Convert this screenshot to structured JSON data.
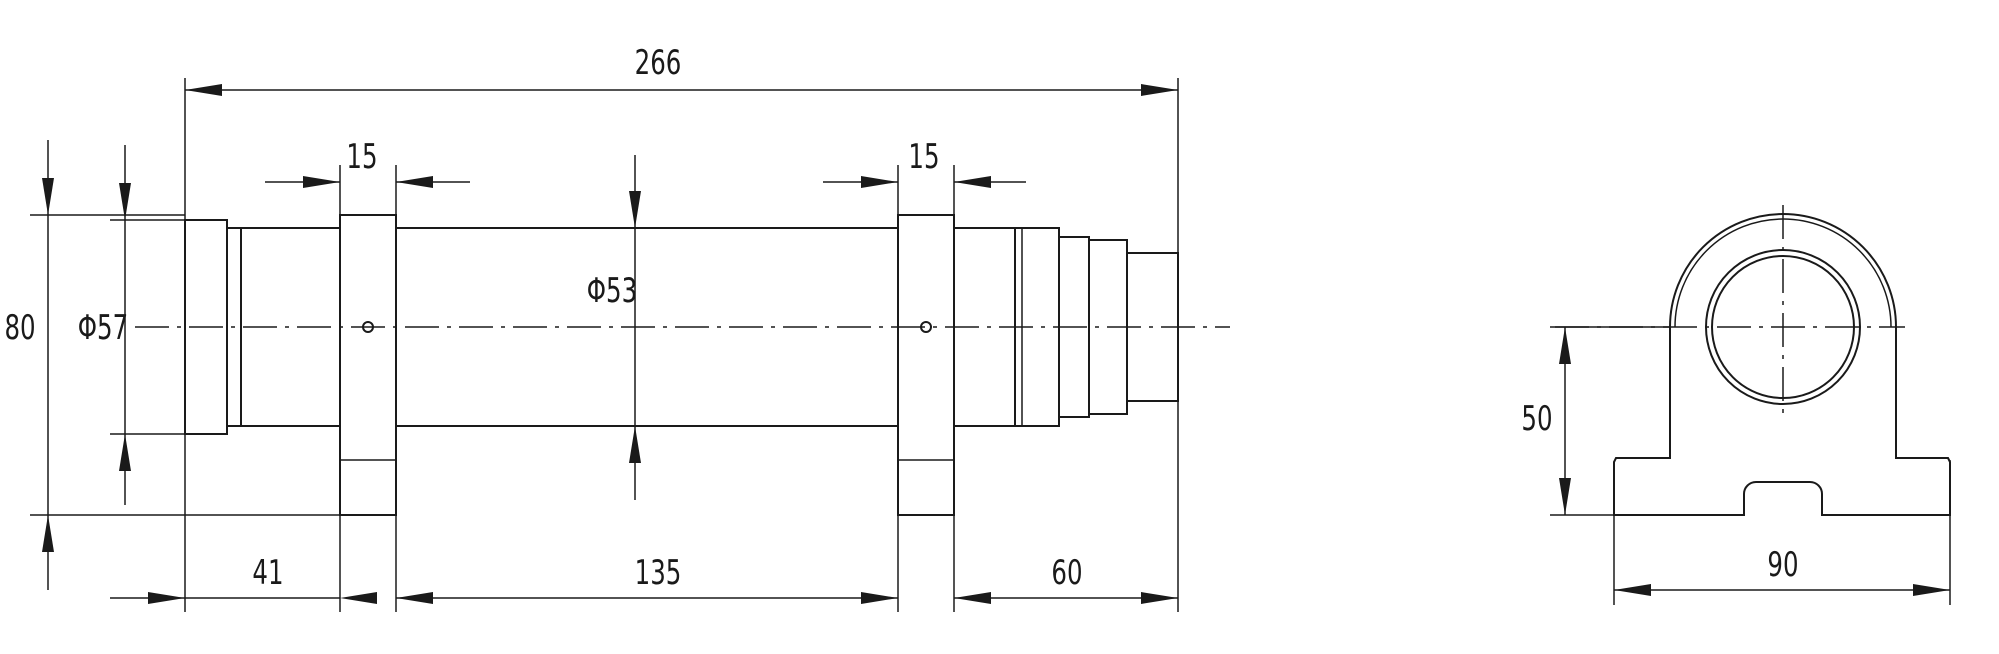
{
  "side_view": {
    "overall_length": "266",
    "left_width": "15",
    "right_width": "15",
    "height": "80",
    "left_diameter": "Φ57",
    "center_diameter": "Φ53",
    "left_offset": "41",
    "center_span": "135",
    "right_offset": "60"
  },
  "end_view": {
    "height": "50",
    "width": "90"
  }
}
